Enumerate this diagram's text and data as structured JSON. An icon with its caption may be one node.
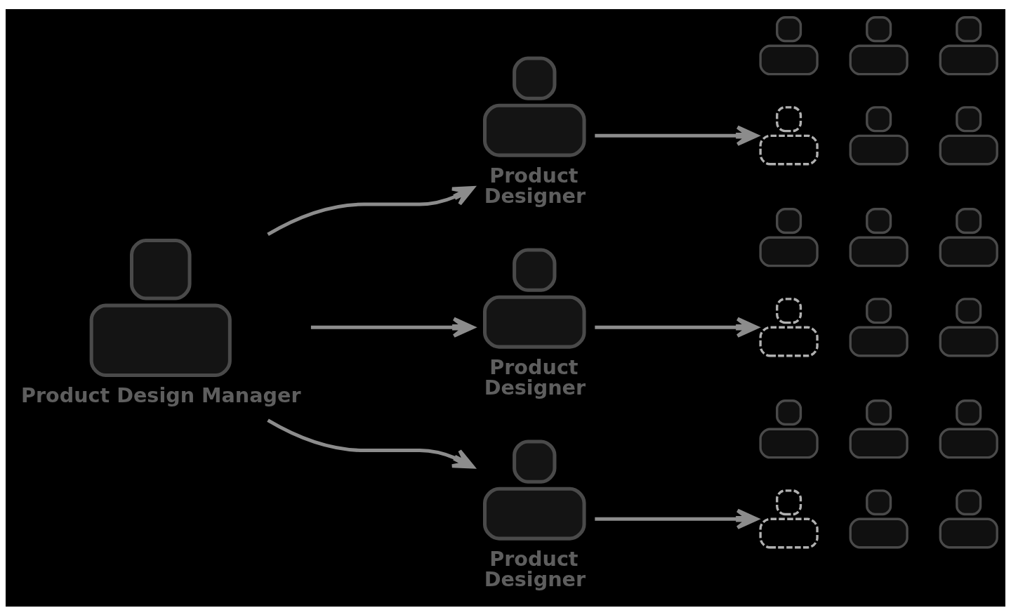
{
  "diagram": {
    "nodes": [
      {
        "text": [
          "Product Design Manager"
        ]
      },
      {
        "text": [
          "Product Designer"
        ]
      },
      {
        "text": [
          "Product Designer"
        ]
      },
      {
        "text": [
          "Product Designer"
        ]
      },
      {
        "text": [],
        "shape": "person"
      },
      {
        "text": [],
        "shape": "person"
      },
      {
        "text": [],
        "shape": "person"
      },
      {
        "text": [],
        "shape": "person"
      },
      {
        "text": [],
        "shape": "person"
      },
      {
        "text": [],
        "shape": "person"
      },
      {
        "text": [],
        "shape": "person"
      },
      {
        "text": [],
        "shape": "person"
      },
      {
        "text": [],
        "shape": "person"
      },
      {
        "text": [],
        "shape": "person"
      },
      {
        "text": [],
        "shape": "person"
      },
      {
        "text": [],
        "shape": "person"
      },
      {
        "text": [],
        "shape": "person"
      },
      {
        "text": [],
        "shape": "person"
      },
      {
        "text": [],
        "shape": "person"
      },
      {
        "text": [],
        "shape": "person"
      },
      {
        "text": [],
        "shape": "person"
      },
      {
        "text": [],
        "shape": "person"
      }
    ],
    "edges": [
      {
        "from": 0,
        "to": 1,
        "arrow": "to"
      },
      {
        "from": 0,
        "to": 2,
        "arrow": "to"
      },
      {
        "from": 0,
        "to": 3,
        "arrow": "to"
      },
      {
        "from": 1,
        "to": 7,
        "arrow": "to"
      },
      {
        "from": 2,
        "to": 13,
        "arrow": "to"
      },
      {
        "from": 3,
        "to": 19,
        "arrow": "to"
      }
    ]
  }
}
